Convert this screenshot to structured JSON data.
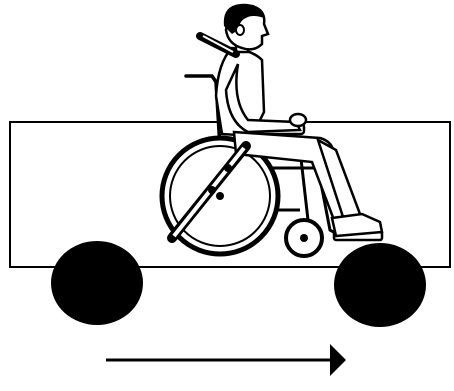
{
  "diagram": {
    "stroke_color": "#000000",
    "fill_color": "#ffffff",
    "direction_of_travel": "right",
    "icons": {
      "vehicle": "vehicle-body",
      "wheels": "vehicle-wheel",
      "occupant": "seated-person",
      "wheelchair": "wheelchair",
      "restraint": "shoulder-belt",
      "direction": "arrow-right"
    }
  }
}
